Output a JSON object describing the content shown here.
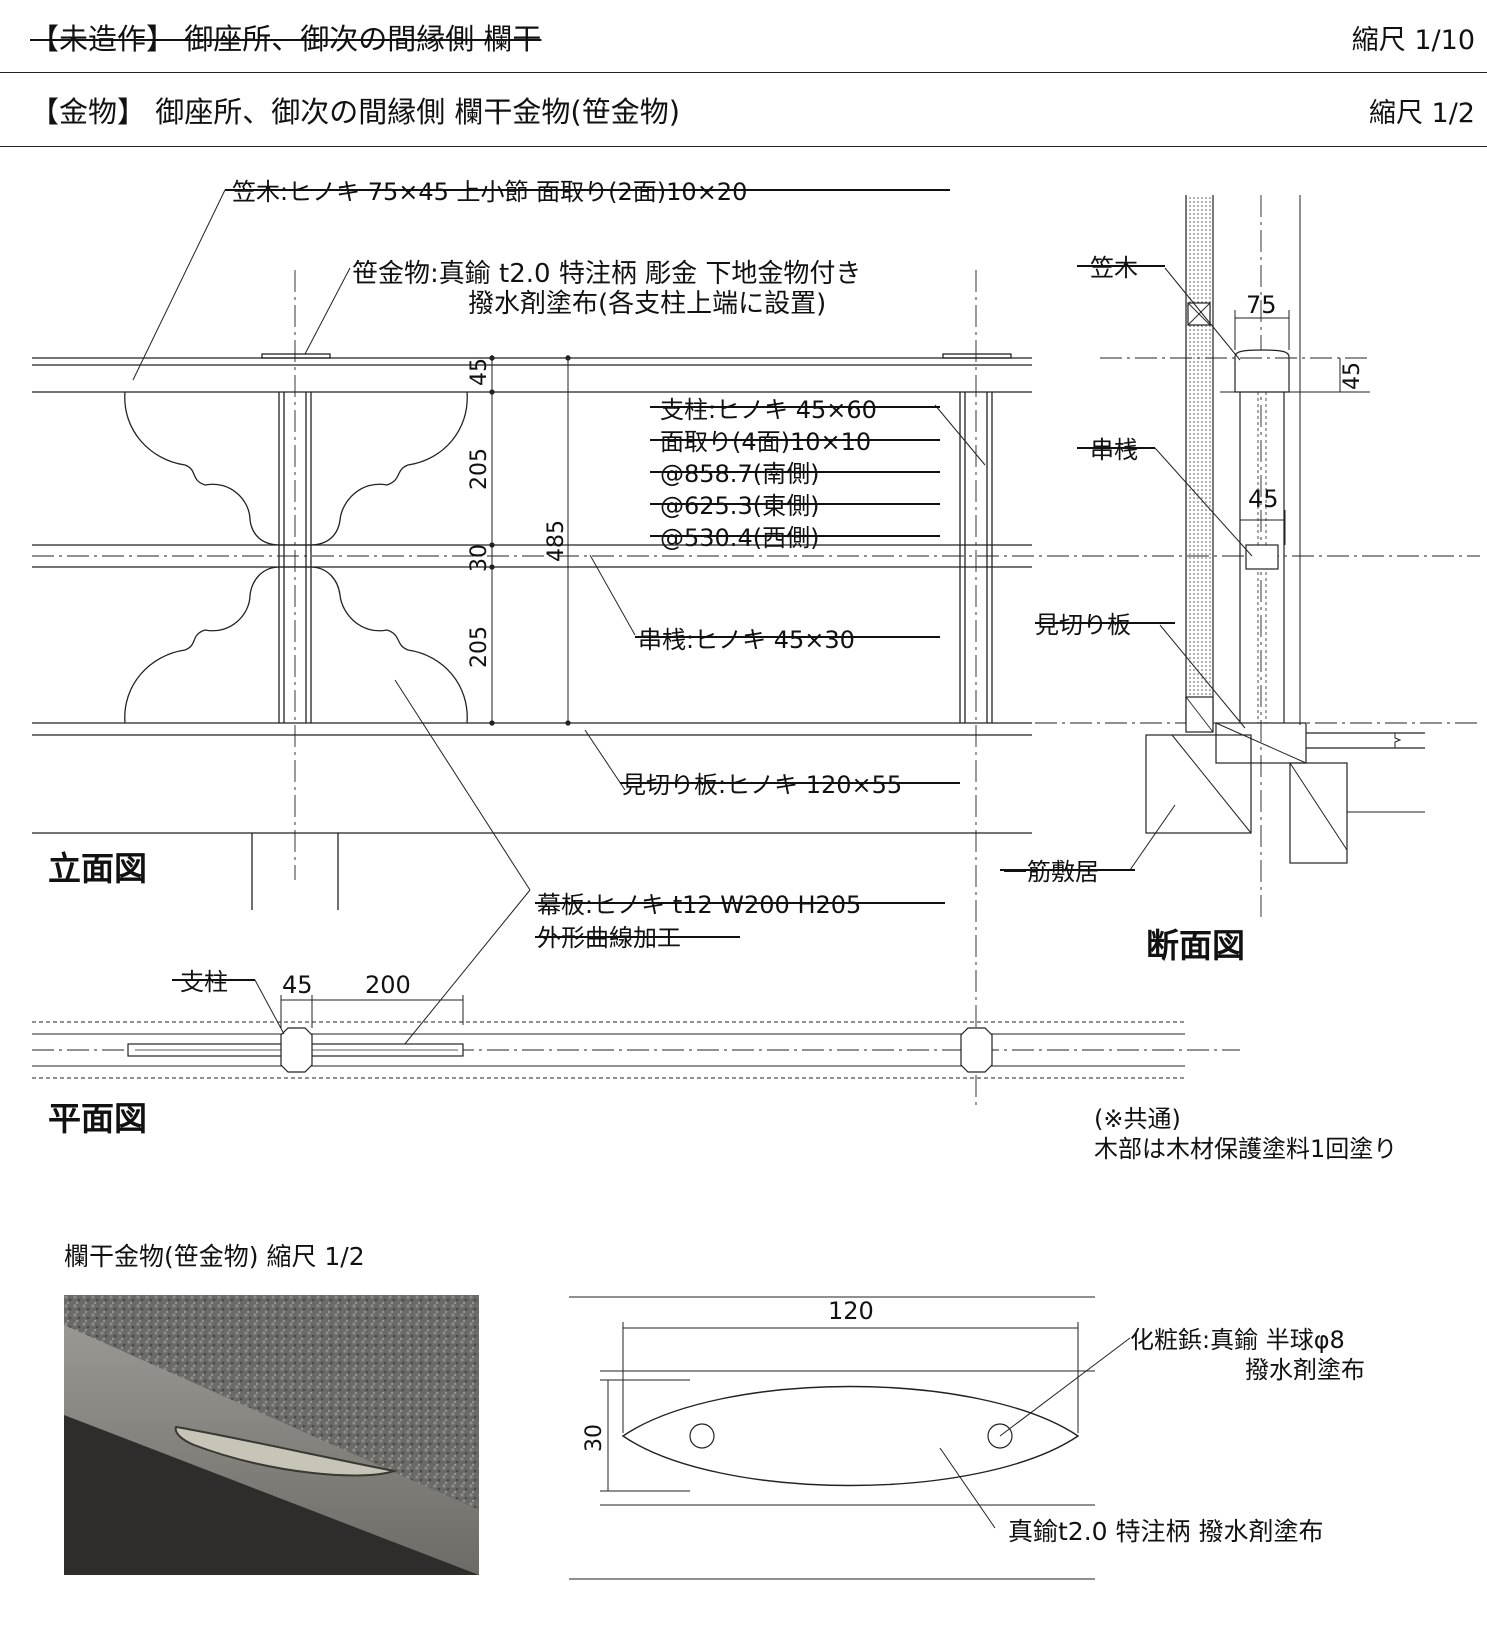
{
  "header1": {
    "title": "【未造作】 御座所、御次の間縁側 欄干",
    "scale": "縮尺 1/10"
  },
  "header2": {
    "title": "【金物】 御座所、御次の間縁側 欄干金物(笹金物)",
    "scale": "縮尺 1/2"
  },
  "views": {
    "elevation": "立面図",
    "plan": "平面図",
    "section": "断面図"
  },
  "labels": {
    "kasagi": "笠木:ヒノキ 75×45 上小節 面取り(2面)10×20",
    "sasa_l1": "笹金物:真鍮 t2.0 特注柄 彫金 下地金物付き",
    "sasa_l2": "撥水剤塗布(各支柱上端に設置)",
    "shichu_l1": "支柱:ヒノキ 45×60",
    "shichu_l2": "面取り(4面)10×10",
    "shichu_l3": "@858.7(南側)",
    "shichu_l4": "@625.3(東側)",
    "shichu_l5": "@530.4(西側)",
    "kushizan": "串桟:ヒノキ 45×30",
    "mikiri": "見切り板:ヒノキ 120×55",
    "makuita_l1": "幕板:ヒノキ t12 W200 H205",
    "makuita_l2": "外形曲線加工",
    "plan_shichu": "支柱",
    "sec_kasagi": "笠木",
    "sec_kushizan": "串桟",
    "sec_mikiri": "見切り板",
    "sec_shikii": "一筋敷居",
    "note_l1": "(※共通)",
    "note_l2": "木部は木材保護塗料1回塗り",
    "hw_title": "欄干金物(笹金物) 縮尺 1/2",
    "hw_byo_l1": "化粧鋲:真鍮 半球φ8",
    "hw_byo_l2": "撥水剤塗布",
    "hw_mat": "真鍮t2.0 特注柄 撥水剤塗布"
  },
  "dims": {
    "d45": "45",
    "d205a": "205",
    "d30": "30",
    "d205b": "205",
    "d485": "485",
    "s75": "75",
    "s45": "45",
    "s45b": "45",
    "p45": "45",
    "p200": "200",
    "h120": "120",
    "h30": "30"
  }
}
